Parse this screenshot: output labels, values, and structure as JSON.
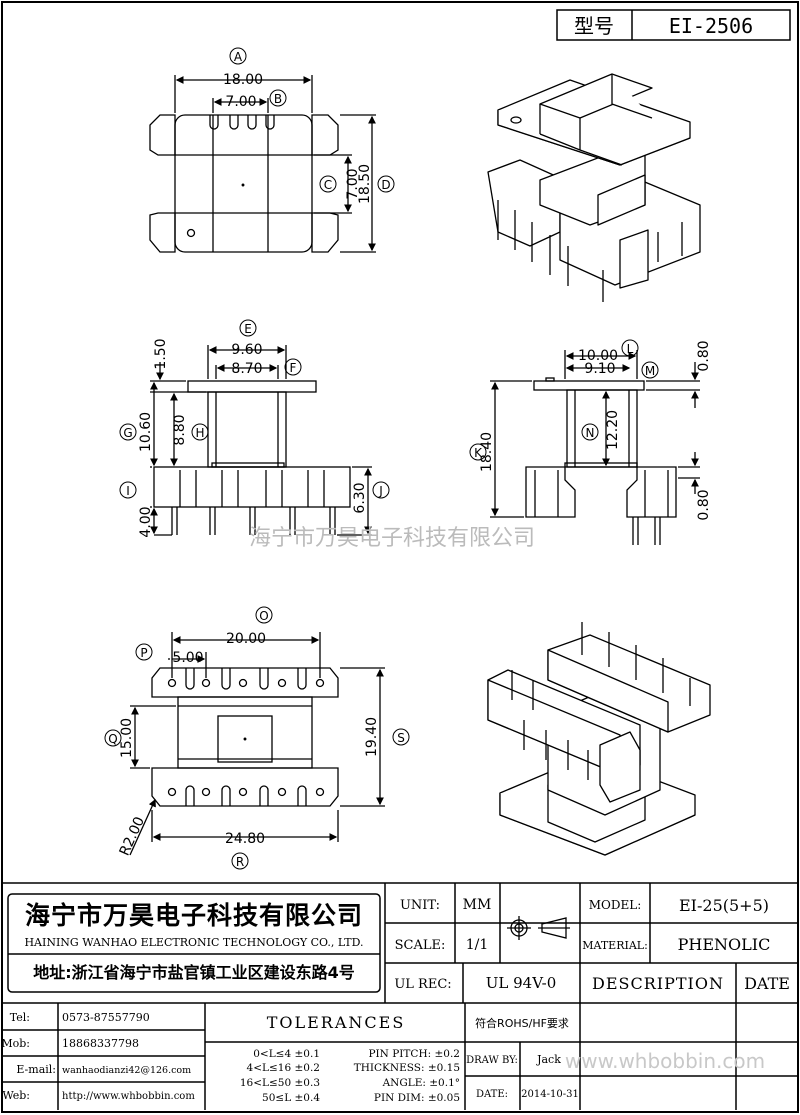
{
  "header": {
    "type_label": "型号",
    "model_no": "EI-2506"
  },
  "dimensions": {
    "A": "A",
    "a_val": "18.00",
    "B": "B",
    "b_val": "7.00",
    "C": "C",
    "c_val": "7.00",
    "D": "D",
    "d_val": "18.50",
    "E": "E",
    "e_val": "9.60",
    "F": "F",
    "f_val": "8.70",
    "g_top": "1.50",
    "G": "G",
    "g_val": "10.60",
    "H": "H",
    "h_val": "8.80",
    "I": "I",
    "i_val": "4.00",
    "J": "J",
    "j_val": "6.30",
    "K": "K",
    "k_val": "18.40",
    "L": "L",
    "l_val": "10.00",
    "M": "M",
    "m_val": "9.10",
    "m_top": "0.80",
    "N": "N",
    "n_val": "12.20",
    "n_bot": "0.80",
    "O": "O",
    "o_val": "20.00",
    "P": "P",
    "p_val": "5.00",
    "Q": "Q",
    "q_val": "15.00",
    "S": "S",
    "s_val": "19.40",
    "R": "R",
    "r_val": "24.80",
    "r_radius": "R2.00"
  },
  "watermark": "海宁市万昊电子科技有限公司",
  "company": {
    "name_cn": "海宁市万昊电子科技有限公司",
    "name_en": "HAINING WANHAO ELECTRONIC TECHNOLOGY CO., LTD.",
    "address": "地址:浙江省海宁市盐官镇工业区建设东路4号"
  },
  "titleblock": {
    "unit_label": "UNIT:",
    "unit_value": "MM",
    "scale_label": "SCALE:",
    "scale_value": "1/1",
    "ulrec_label": "UL REC:",
    "ulrec_value": "UL 94V-0",
    "model_label": "MODEL:",
    "model_value": "EI-25(5+5)",
    "material_label": "MATERIAL:",
    "material_value": "PHENOLIC",
    "description": "DESCRIPTION",
    "date": "DATE",
    "tolerances": "TOLERANCES",
    "rohs": "符合ROHS/HF要求",
    "drawby_label": "DRAW BY:",
    "drawby_value": "Jack",
    "date_label": "DATE:",
    "date_value": "2014-10-31",
    "website_wm": "www.whbobbin.com"
  },
  "contacts": {
    "tel_label": "Tel:",
    "tel": "0573-87557790",
    "mob_label": "Mob:",
    "mob": "18868337798",
    "email_label": "E-mail:",
    "email": "wanhaodianzi42@126.com",
    "web_label": "Web:",
    "web": "http://www.whbobbin.com"
  },
  "tol": {
    "r1": "0<L≤4  ±0.1",
    "r2": "4<L≤16 ±0.2",
    "r3": "16<L≤50 ±0.3",
    "r4": "50≤L  ±0.4",
    "p1": "PIN PITCH: ±0.2",
    "p2": "THICKNESS: ±0.15",
    "p3": "ANGLE: ±0.1°",
    "p4": "PIN DIM: ±0.05"
  }
}
